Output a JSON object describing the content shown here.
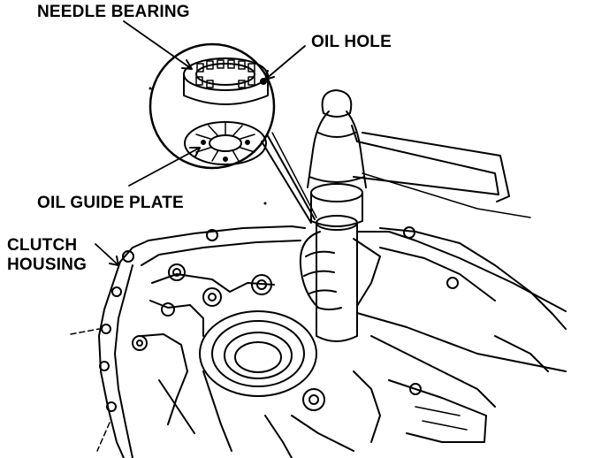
{
  "labels": {
    "needle_bearing": "NEEDLE BEARING",
    "oil_hole": "OIL HOLE",
    "oil_guide_plate": "OIL GUIDE PLATE",
    "clutch_housing_line1": "CLUTCH",
    "clutch_housing_line2": "HOUSING"
  },
  "colors": {
    "ink": "#000000",
    "paper": "#ffffff"
  }
}
